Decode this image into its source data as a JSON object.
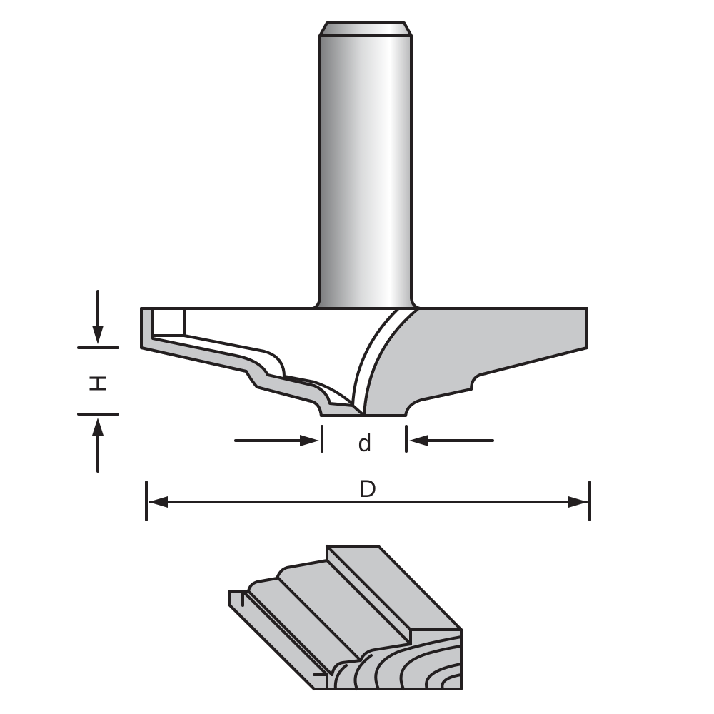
{
  "diagram": {
    "labels": {
      "height": "H",
      "shank_diameter": "d",
      "cutting_diameter": "D"
    },
    "colors": {
      "outline": "#231f20",
      "fill_gray": "#c8c9cb",
      "background": "#ffffff"
    }
  }
}
